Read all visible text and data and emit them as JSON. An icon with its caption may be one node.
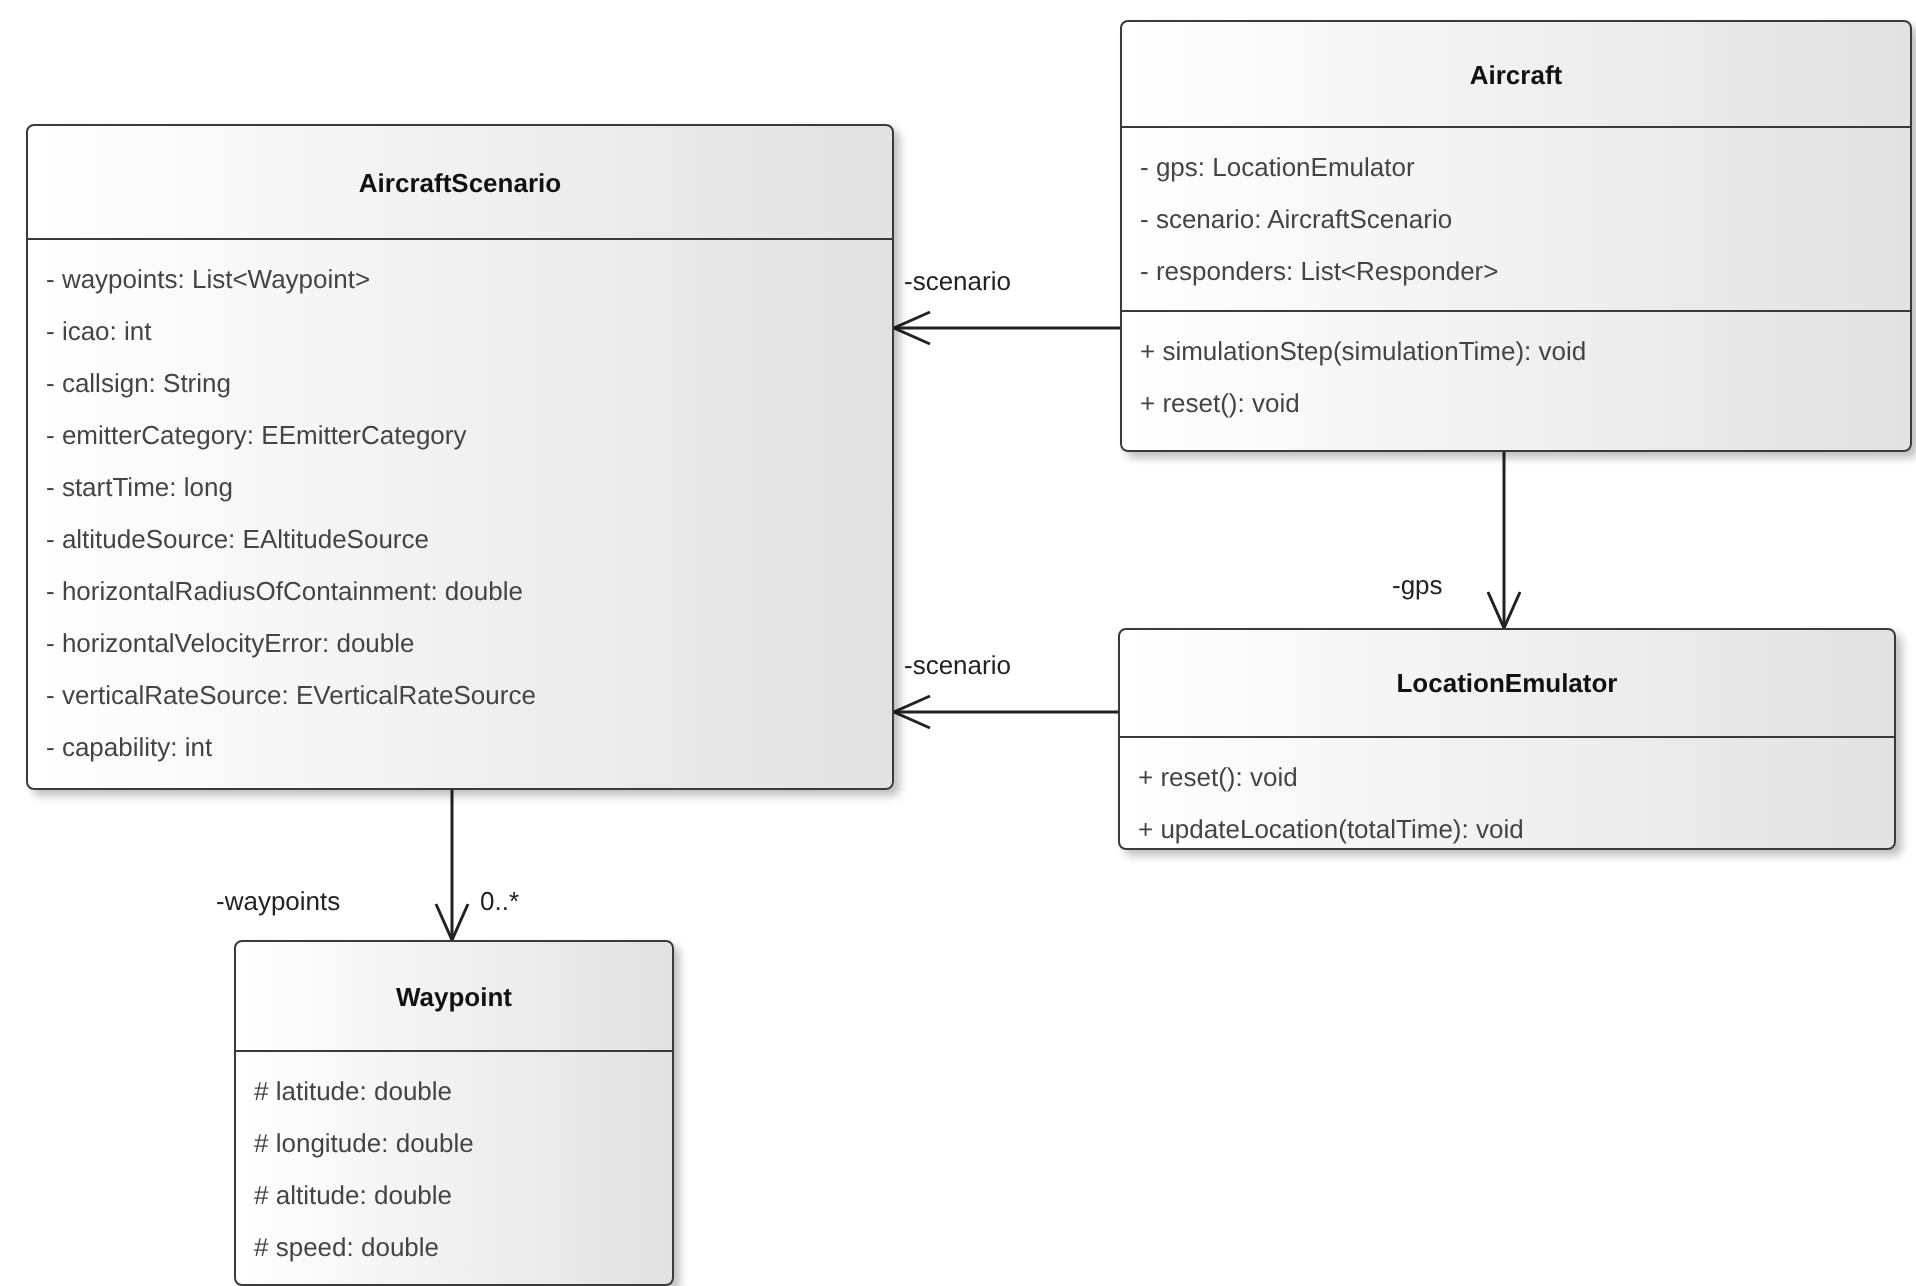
{
  "diagram": {
    "nodes": [
      {
        "text": [
          "AircraftScenario",
          "- waypoints: List<Waypoint>",
          "- icao: int",
          "- callsign: String",
          "- emitterCategory: EEmitterCategory",
          "- startTime: long",
          "- altitudeSource: EAltitudeSource",
          "- horizontalRadiusOfContainment: double",
          "- horizontalVelocityError: double",
          "- verticalRateSource: EVerticalRateSource",
          "- capability: int"
        ]
      },
      {
        "text": [
          "Aircraft",
          "- gps: LocationEmulator",
          "- scenario: AircraftScenario",
          "- responders: List<Responder>",
          "+ simulationStep(simulationTime): void",
          "+ reset(): void"
        ]
      },
      {
        "text": [
          "LocationEmulator",
          "+ reset(): void",
          "+ updateLocation(totalTime): void"
        ]
      },
      {
        "text": [
          "Waypoint",
          "# latitude: double",
          "# longitude: double",
          "# altitude: double",
          "# speed: double"
        ]
      }
    ],
    "edges": [
      {
        "from": 1,
        "to": 0,
        "arrow": "to",
        "label": "-scenario"
      },
      {
        "from": 1,
        "to": 2,
        "arrow": "to",
        "label": "-gps"
      },
      {
        "from": 2,
        "to": 0,
        "arrow": "to",
        "label": "-scenario"
      },
      {
        "from": 0,
        "to": 3,
        "arrow": "to",
        "label": "-waypoints"
      }
    ],
    "labels": [
      "0..*"
    ]
  }
}
